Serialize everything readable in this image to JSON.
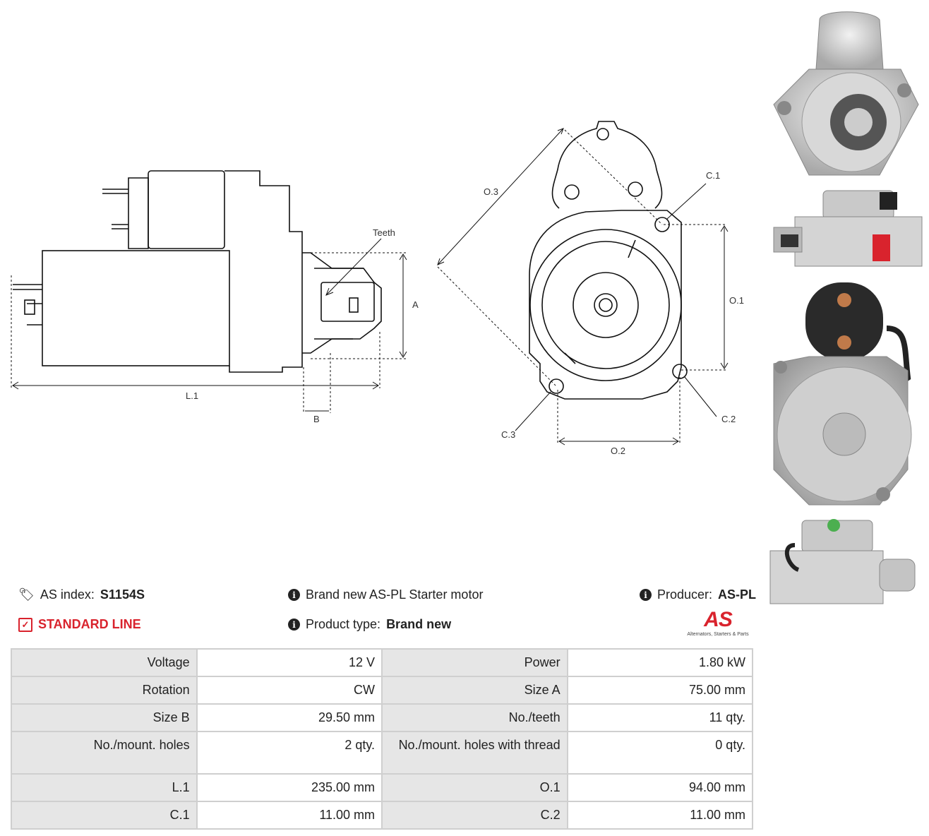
{
  "diagram": {
    "side_labels": {
      "teeth": "Teeth",
      "a": "A",
      "l1": "L.1",
      "b": "B"
    },
    "front_labels": {
      "o3": "O.3",
      "c1": "C.1",
      "o1": "O.1",
      "c2": "C.2",
      "c3": "C.3",
      "o2": "O.2"
    }
  },
  "header": {
    "as_index_label": "AS index:",
    "as_index_value": "S1154S",
    "line_label": "STANDARD LINE",
    "description": "Brand new AS-PL Starter motor",
    "product_type_label": "Product type:",
    "product_type_value": "Brand new",
    "producer_label": "Producer:",
    "producer_value": "AS-PL",
    "logo_text": "AS",
    "logo_tagline": "Alternators, Starters & Parts"
  },
  "colors": {
    "accent_red": "#d9232d",
    "key_cell_bg": "#e6e6e6",
    "border": "#cfcfcf"
  },
  "specs": [
    {
      "k1": "Voltage",
      "v1": "12 V",
      "k2": "Power",
      "v2": "1.80 kW"
    },
    {
      "k1": "Rotation",
      "v1": "CW",
      "k2": "Size A",
      "v2": "75.00 mm"
    },
    {
      "k1": "Size B",
      "v1": "29.50 mm",
      "k2": "No./teeth",
      "v2": "11 qty."
    },
    {
      "k1": "No./mount. holes",
      "v1": "2 qty.",
      "k2": "No./mount. holes with thread",
      "v2": "0 qty."
    },
    {
      "k1": "L.1",
      "v1": "235.00 mm",
      "k2": "O.1",
      "v2": "94.00 mm"
    },
    {
      "k1": "C.1",
      "v1": "11.00 mm",
      "k2": "C.2",
      "v2": "11.00 mm"
    }
  ]
}
